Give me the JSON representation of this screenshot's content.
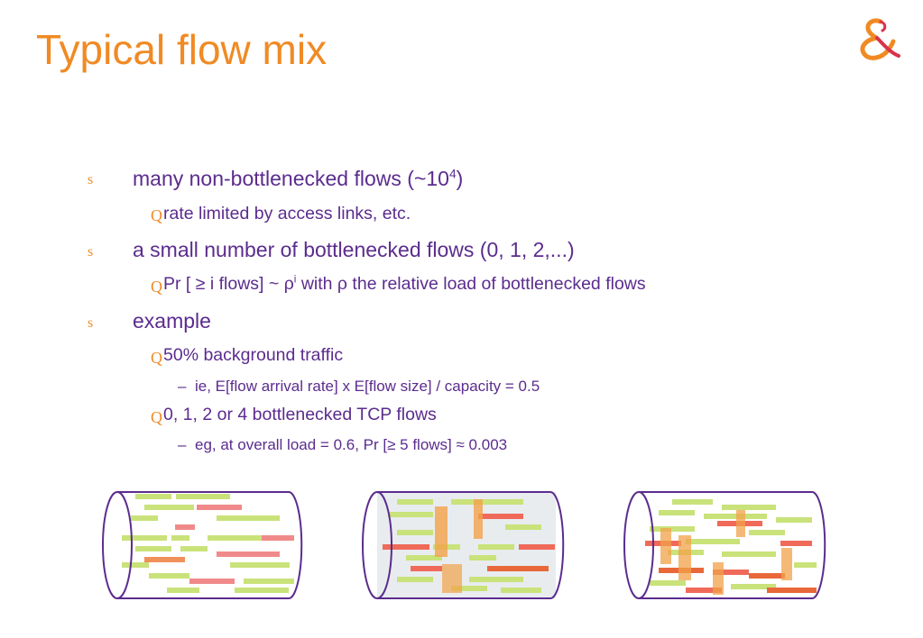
{
  "slide": {
    "title": "Typical flow mix"
  },
  "bullets": {
    "b1": {
      "marker": "s",
      "text_before": "many non-bottlenecked flows (~10",
      "sup": "4",
      "text_after": ")"
    },
    "b1_1": {
      "marker": "Q",
      "text": "rate limited by access links, etc."
    },
    "b2": {
      "marker": "s",
      "text": "a small number of bottlenecked flows (0, 1, 2,...)"
    },
    "b2_1": {
      "marker": "Q",
      "text_before": "Pr [ ≥ i flows] ~ ρ",
      "sup": "i",
      "text_after": " with ρ the relative load of bottlenecked flows"
    },
    "b3": {
      "marker": "s",
      "text": "example"
    },
    "b3_1": {
      "marker": "Q",
      "text": " 50% background traffic"
    },
    "b3_1_1": {
      "marker": "–",
      "text": "ie, E[flow arrival rate] x E[flow size] / capacity = 0.5"
    },
    "b3_2": {
      "marker": "Q",
      "text": "0, 1, 2 or 4 bottlenecked TCP flows"
    },
    "b3_2_1": {
      "marker": "–",
      "text": "eg, at overall load = 0.6,  Pr [≥ 5 flows] ≈ 0.003"
    }
  },
  "colors": {
    "title": "#f08a24",
    "text": "#5b2c8e",
    "marker": "#f08a24",
    "background_flow": "#c9e27a",
    "bottleneck_flow": "#f05a4a",
    "pipe_outline": "#5b2c8e"
  }
}
